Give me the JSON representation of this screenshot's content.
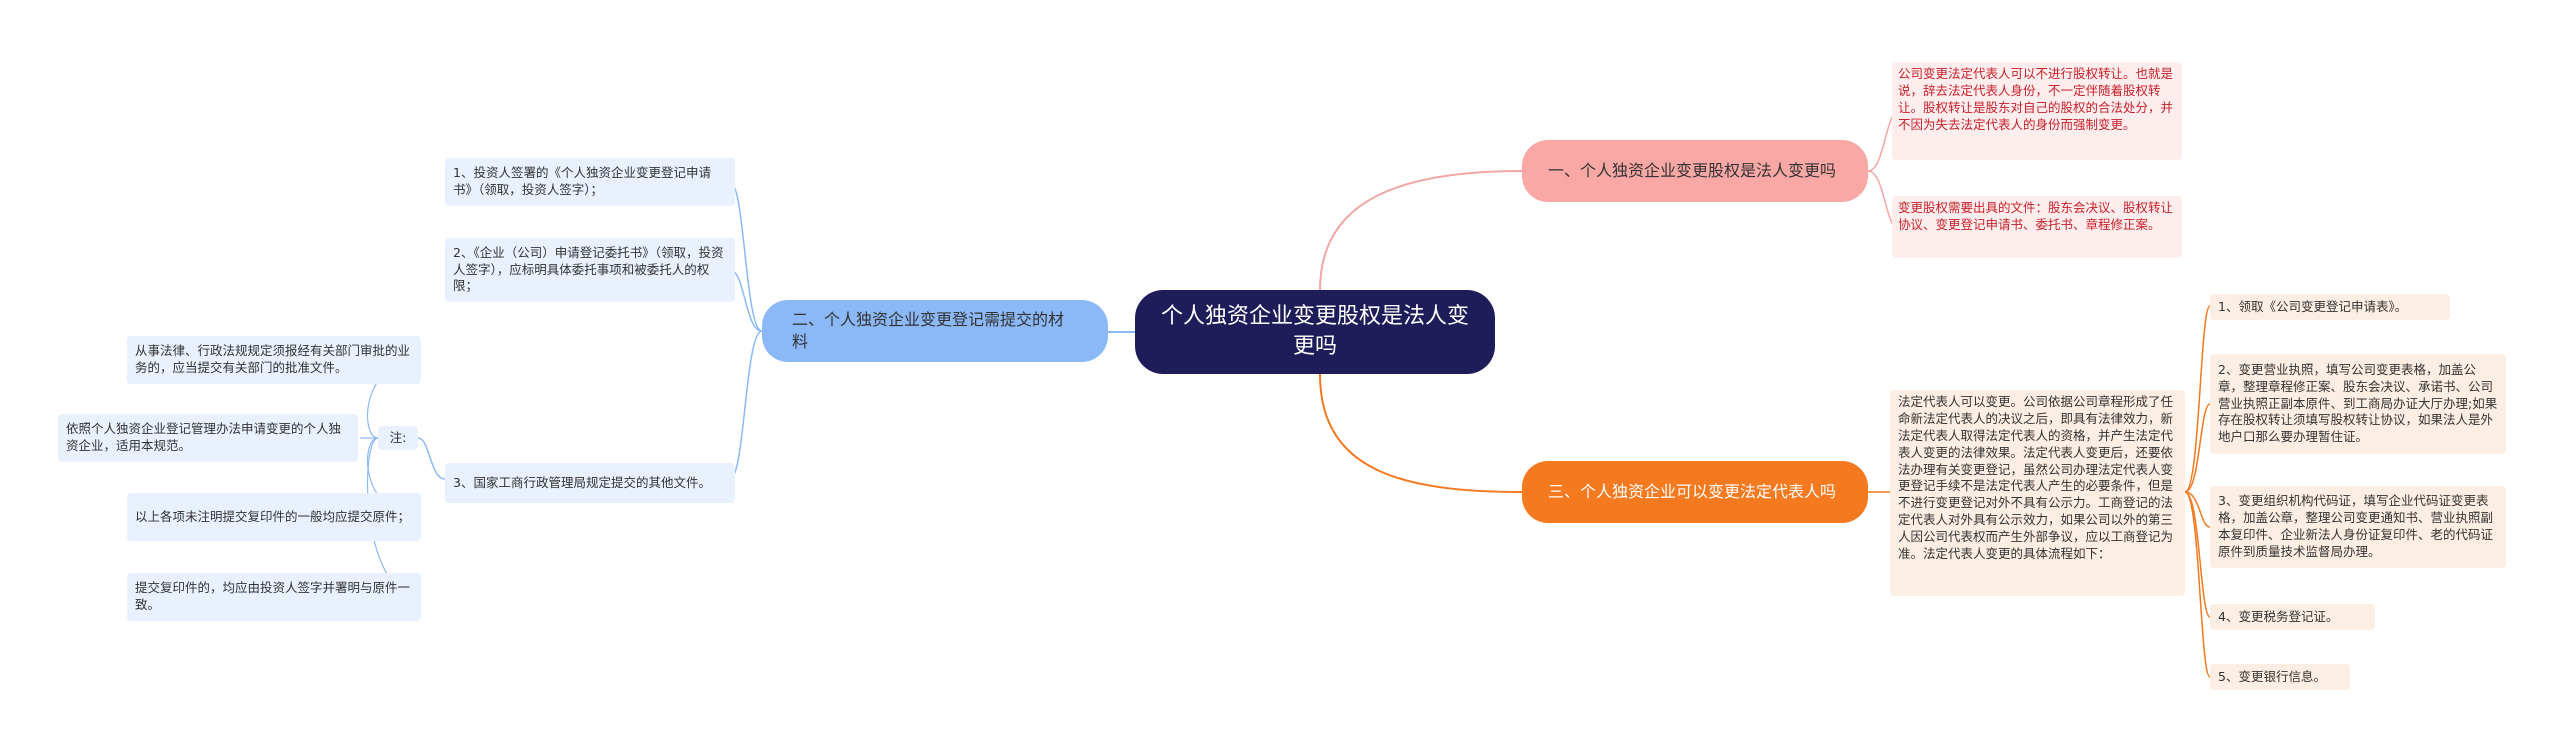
{
  "center": {
    "title": "个人独资企业变更股权是法人变更吗"
  },
  "branch1": {
    "title": "一、个人独资企业变更股权是法人变更吗",
    "color": "#f9a8a6",
    "leaves": [
      "公司变更法定代表人可以不进行股权转让。也就是说，辞去法定代表人身份，不一定伴随着股权转让。股权转让是股东对自己的股权的合法处分，并不因为失去法定代表人的身份而强制变更。",
      "变更股权需要出具的文件：股东会决议、股权转让协议、变更登记申请书、委托书、章程修正案。"
    ]
  },
  "branch2": {
    "title": "二、个人独资企业变更登记需提交的材料",
    "color": "#8bb9f8",
    "items": [
      "1、投资人签署的《个人独资企业变更登记申请书》（领取，投资人签字）；",
      "2、《企业（公司）申请登记委托书》（领取，投资人签字），应标明具体委托事项和被委托人的权限；",
      "3、国家工商行政管理局规定提交的其他文件。"
    ],
    "note_label": "注:",
    "notes": [
      "从事法律、行政法规规定须报经有关部门审批的业务的，应当提交有关部门的批准文件。",
      "依照个人独资企业登记管理办法申请变更的个人独资企业，适用本规范。",
      "以上各项未注明提交复印件的一般均应提交原件；",
      "提交复印件的，均应由投资人签字并署明与原件一致。"
    ]
  },
  "branch3": {
    "title": "三、个人独资企业可以变更法定代表人吗",
    "color": "#f4791f",
    "intro": "法定代表人可以变更。公司依据公司章程形成了任命新法定代表人的决议之后，即具有法律效力，新法定代表人取得法定代表人的资格，并产生法定代表人变更的法律效果。法定代表人变更后，还要依法办理有关变更登记，虽然公司办理法定代表人变更登记手续不是法定代表人产生的必要条件，但是不进行变更登记对外不具有公示力。工商登记的法定代表人对外具有公示效力，如果公司以外的第三人因公司代表权而产生外部争议，应以工商登记为准。法定代表人变更的具体流程如下：",
    "steps": [
      "1、领取《公司变更登记申请表》。",
      "2、变更营业执照，填写公司变更表格，加盖公章，整理章程修正案、股东会决议、承诺书、公司营业执照正副本原件、到工商局办证大厅办理;如果存在股权转让须填写股权转让协议，如果法人是外地户口那么要办理暂住证。",
      "3、变更组织机构代码证，填写企业代码证变更表格，加盖公章，整理公司变更通知书、营业执照副本复印件、企业新法人身份证复印件、老的代码证原件到质量技术监督局办理。",
      "4、变更税务登记证。",
      "5、变更银行信息。"
    ]
  }
}
